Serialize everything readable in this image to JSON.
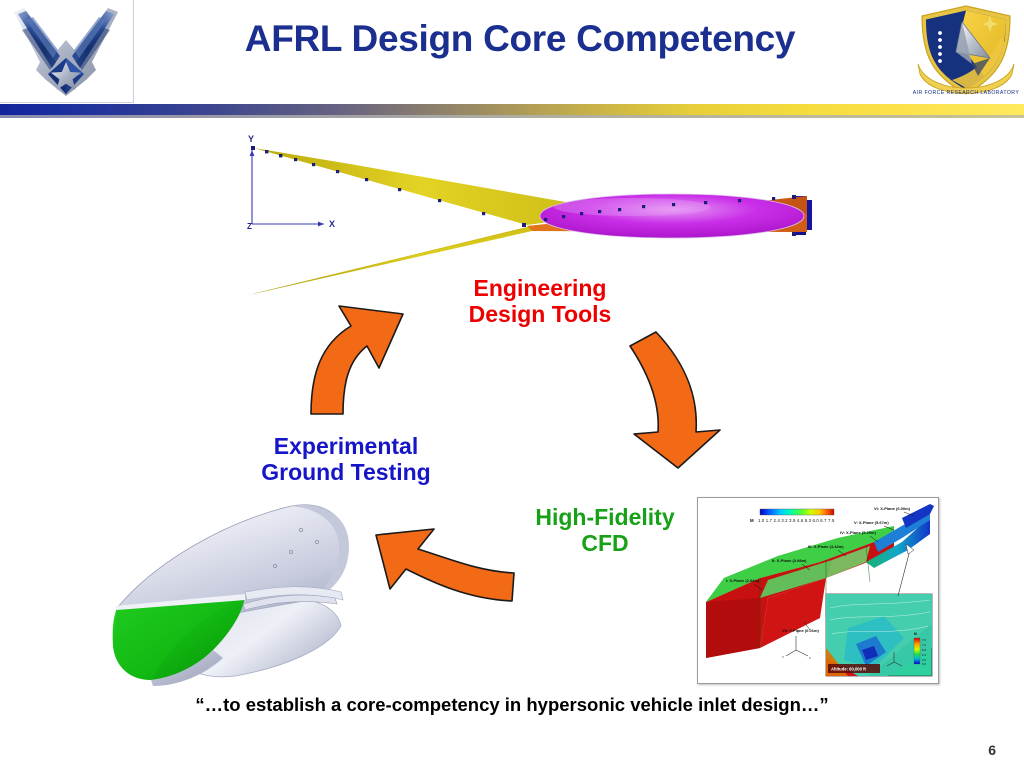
{
  "header": {
    "title": "AFRL Design Core Competency",
    "left_logo_name": "us-air-force-symbol",
    "right_logo_name": "afrl-shield-logo",
    "right_logo_ribbon_text": "AIR FORCE RESEARCH LABORATORY",
    "rule_gradient_start": "#14239c",
    "rule_gradient_end": "#ffe95e"
  },
  "cycle": {
    "nodes": [
      {
        "id": "engineering-design-tools",
        "label": "Engineering\nDesign Tools",
        "color": "#ee0000"
      },
      {
        "id": "high-fidelity-cfd",
        "label": "High-Fidelity\nCFD",
        "color": "#17a117"
      },
      {
        "id": "experimental-ground-testing",
        "label": "Experimental\nGround Testing",
        "color": "#1616c8"
      }
    ],
    "arrow_color": "#f26a16",
    "arrows": [
      {
        "id": "arrow-up-right",
        "from": "experimental-ground-testing",
        "to": "engineering-design-tools"
      },
      {
        "id": "arrow-down",
        "from": "engineering-design-tools",
        "to": "high-fidelity-cfd"
      },
      {
        "id": "arrow-up-left",
        "from": "high-fidelity-cfd",
        "to": "experimental-ground-testing"
      }
    ]
  },
  "engineering_graphic": {
    "name": "waverider-geometry-plot",
    "axis_labels": {
      "y": "Y",
      "z": "Z",
      "x": "X"
    },
    "surface_colors": {
      "compression_ramp": "#d4c220",
      "shock_surface": "#e0681a",
      "body_upper": "#c020e0",
      "outline": "#1f1f8f"
    }
  },
  "cad_graphic": {
    "name": "hypersonic-inlet-cad-model",
    "body_color": "#d8dae6",
    "ramp_color": "#19b219"
  },
  "cfd_graphic": {
    "name": "cfd-mach-contour-panel",
    "legend_symbol": "M",
    "legend_ticks": [
      "1.0",
      "1.7",
      "2.4",
      "3.2",
      "3.9",
      "4.6",
      "5.3",
      "6.0",
      "6.7",
      "7.5"
    ],
    "plane_labels": [
      "I: X-Plane (2.04m)",
      "II: X-Plane (3.98m)",
      "III: X-Plane (4.42m)",
      "IV: X-Plane (5.29m)",
      "V: X-Plane (5.67m)",
      "VI: X-Plane (6.00m)",
      "VII: Y-Plane (0.01m)"
    ],
    "altitude_label": "Altitude: 60,000 ft",
    "inset_legend_symbol": "M",
    "inset_legend_ticks": [
      "7.6",
      "7.2",
      "6.8",
      "6.4",
      "6.0",
      "5.6"
    ],
    "axis_triad_labels": {
      "x": "X",
      "y": "Y",
      "z": "Z"
    }
  },
  "footer": {
    "caption": "“…to establish a core-competency in hypersonic vehicle inlet design…”",
    "page_number": "6"
  }
}
